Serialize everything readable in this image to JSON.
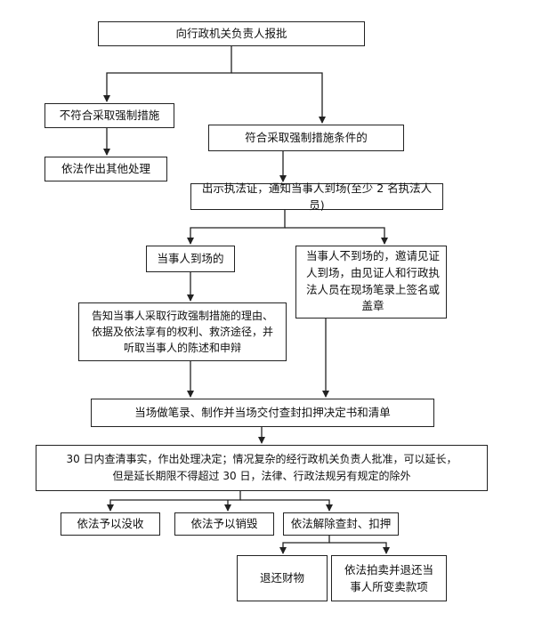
{
  "nodes": {
    "report": "向行政机关负责人报批",
    "not_meet": "不符合采取强制措施",
    "other_handling": "依法作出其他处理",
    "meet": "符合采取强制措施条件的",
    "show_cert": "出示执法证，通知当事人到场(至少 2 名执法人员)",
    "present": "当事人到场的",
    "absent": [
      "当事人不到场的，邀请见证",
      "人到场，由见证人和行政执",
      "法人员在现场笔录上签名或",
      "盖章"
    ],
    "inform": [
      "告知当事人采取行政强制措施的理由、",
      "依据及依法享有的权利、救济途径，并",
      "听取当事人的陈述和申辩"
    ],
    "record": "当场做笔录、制作并当场交付查封扣押决定书和清单",
    "decision": [
      "30 日内查清事实，作出处理决定；情况复杂的经行政机关负责人批准，可以延长，",
      "但是延长期限不得超过 30 日，法律、行政法规另有规定的除外"
    ],
    "confiscate": "依法予以没收",
    "destroy": "依法予以销毁",
    "release": "依法解除查封、扣押",
    "return_property": "退还财物",
    "auction": [
      "依法拍卖并退还当",
      "事人所变卖款项"
    ]
  }
}
